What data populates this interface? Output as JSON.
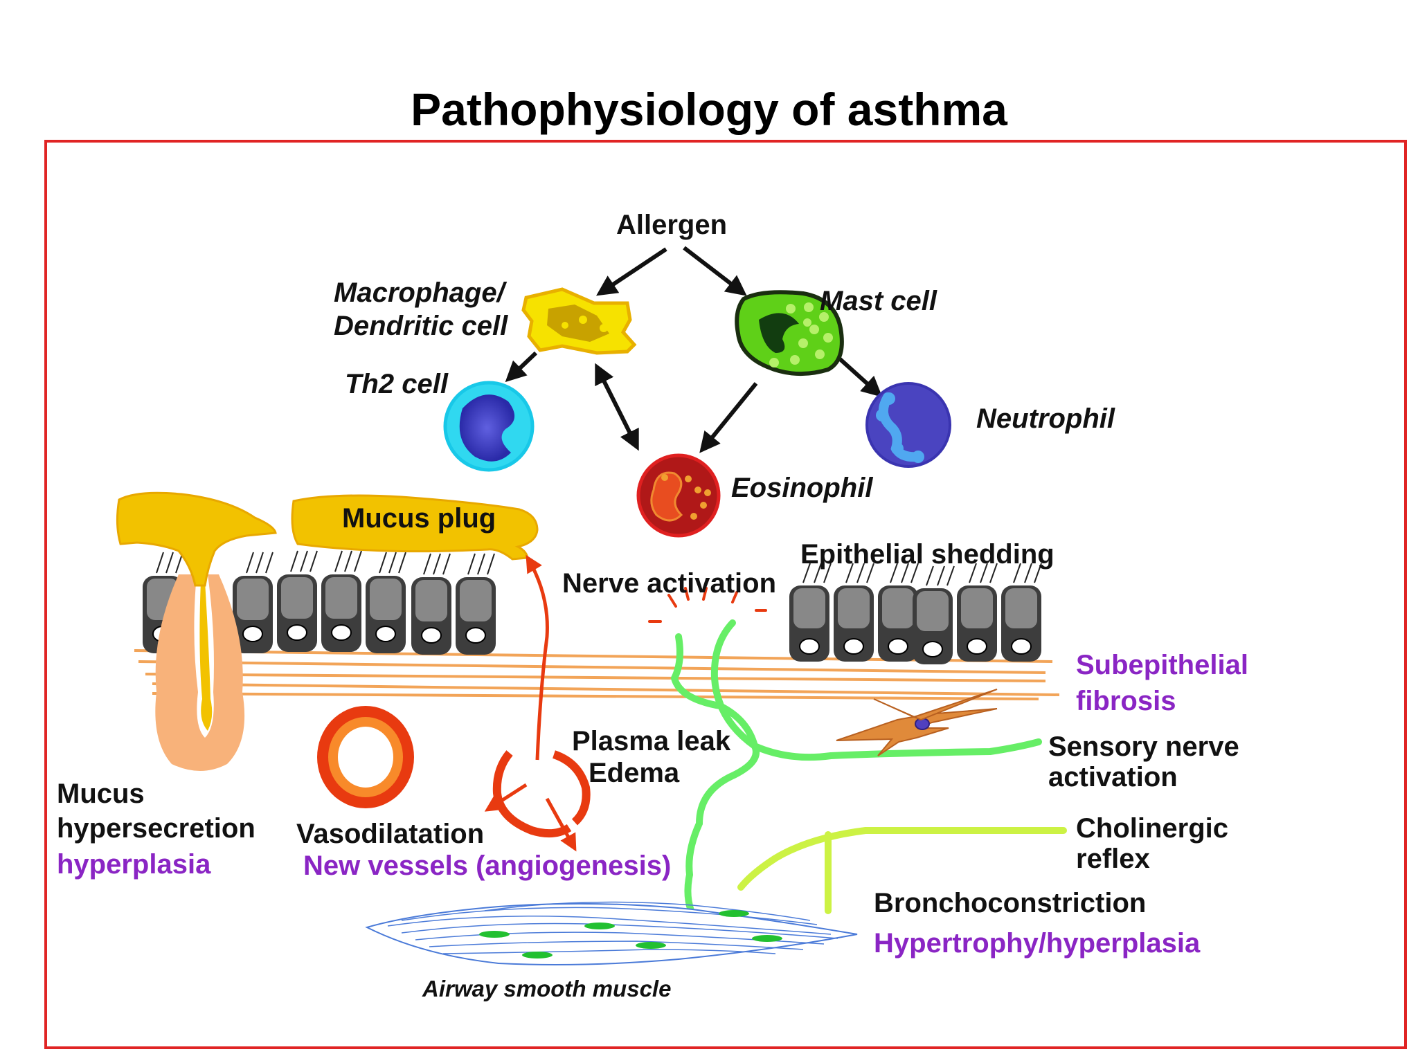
{
  "title": "Pathophysiology of asthma",
  "colors": {
    "frame": "#e02424",
    "accent_purple": "#8a25c4",
    "mucus": "#f2c200",
    "nerve_green": "#66ee66",
    "cholinergic": "#ccf244",
    "fibrosis_orange": "#f2a458",
    "vessel_red": "#e83a10"
  },
  "labels": {
    "allergen": "Allergen",
    "macrophage": "Macrophage/",
    "dendritic": "Dendritic cell",
    "mast_cell": "Mast cell",
    "th2_cell": "Th2 cell",
    "neutrophil": "Neutrophil",
    "eosinophil": "Eosinophil",
    "mucus_plug": "Mucus plug",
    "epithelial_shedding": "Epithelial shedding",
    "nerve_activation": "Nerve activation",
    "subepithelial": "Subepithelial",
    "fibrosis": "fibrosis",
    "plasma_leak": "Plasma leak",
    "edema": "Edema",
    "sensory_nerve": "Sensory nerve",
    "activation": "activation",
    "mucus": "Mucus",
    "hypersecretion": "hypersecretion",
    "hyperplasia": "hyperplasia",
    "vasodilatation": "Vasodilatation",
    "new_vessels": "New vessels (angiogenesis)",
    "cholinergic": "Cholinergic",
    "reflex": "reflex",
    "bronchoconstriction": "Bronchoconstriction",
    "hypertrophy": "Hypertrophy/hyperplasia",
    "airway_smooth_muscle": "Airway smooth muscle"
  }
}
